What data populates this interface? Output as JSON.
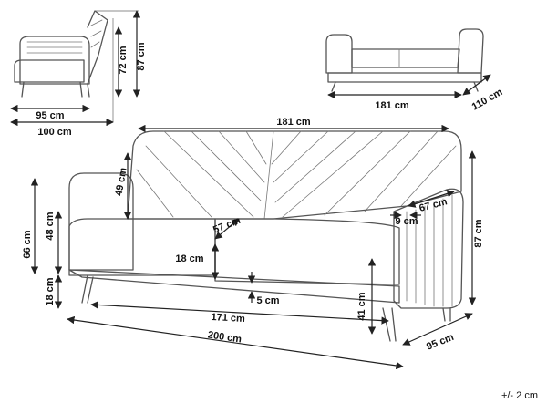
{
  "side_view": {
    "depth_inner": "95 cm",
    "depth_outer": "100 cm",
    "height_back": "72 cm",
    "height_total": "87 cm"
  },
  "bed_view": {
    "length": "181 cm",
    "depth": "110 cm"
  },
  "main_view": {
    "back_width": "181 cm",
    "back_height": "49 cm",
    "seat_depth": "57 cm",
    "seat_thickness": "18 cm",
    "seat_gap": "5 cm",
    "seat_width": "171 cm",
    "total_width": "200 cm",
    "seat_height": "48 cm",
    "arm_height": "66 cm",
    "leg_height": "18 cm",
    "arm_depth": "67 cm",
    "arm_width": "9 cm",
    "total_height": "87 cm",
    "leg_to_seat": "41 cm",
    "total_depth": "95 cm"
  },
  "tolerance": "+/- 2 cm"
}
